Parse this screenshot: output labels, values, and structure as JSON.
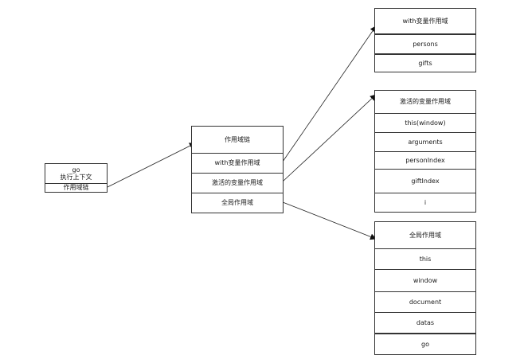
{
  "context": {
    "name": "go",
    "label": "执行上下文",
    "scope_chain": "作用域链"
  },
  "scope_chain": {
    "title": "作用域链",
    "items": [
      "with变量作用域",
      "激活的变量作用域",
      "全局作用域"
    ]
  },
  "with_scope": {
    "title": "with变量作用域",
    "vars": [
      "persons",
      "gifts"
    ]
  },
  "activation_scope": {
    "title": "激活的变量作用域",
    "vars": [
      "this(window)",
      "arguments",
      "personIndex",
      "giftIndex",
      "i"
    ]
  },
  "global_scope": {
    "title": "全局作用域",
    "vars": [
      "this",
      "window",
      "document",
      "datas",
      "go"
    ]
  }
}
